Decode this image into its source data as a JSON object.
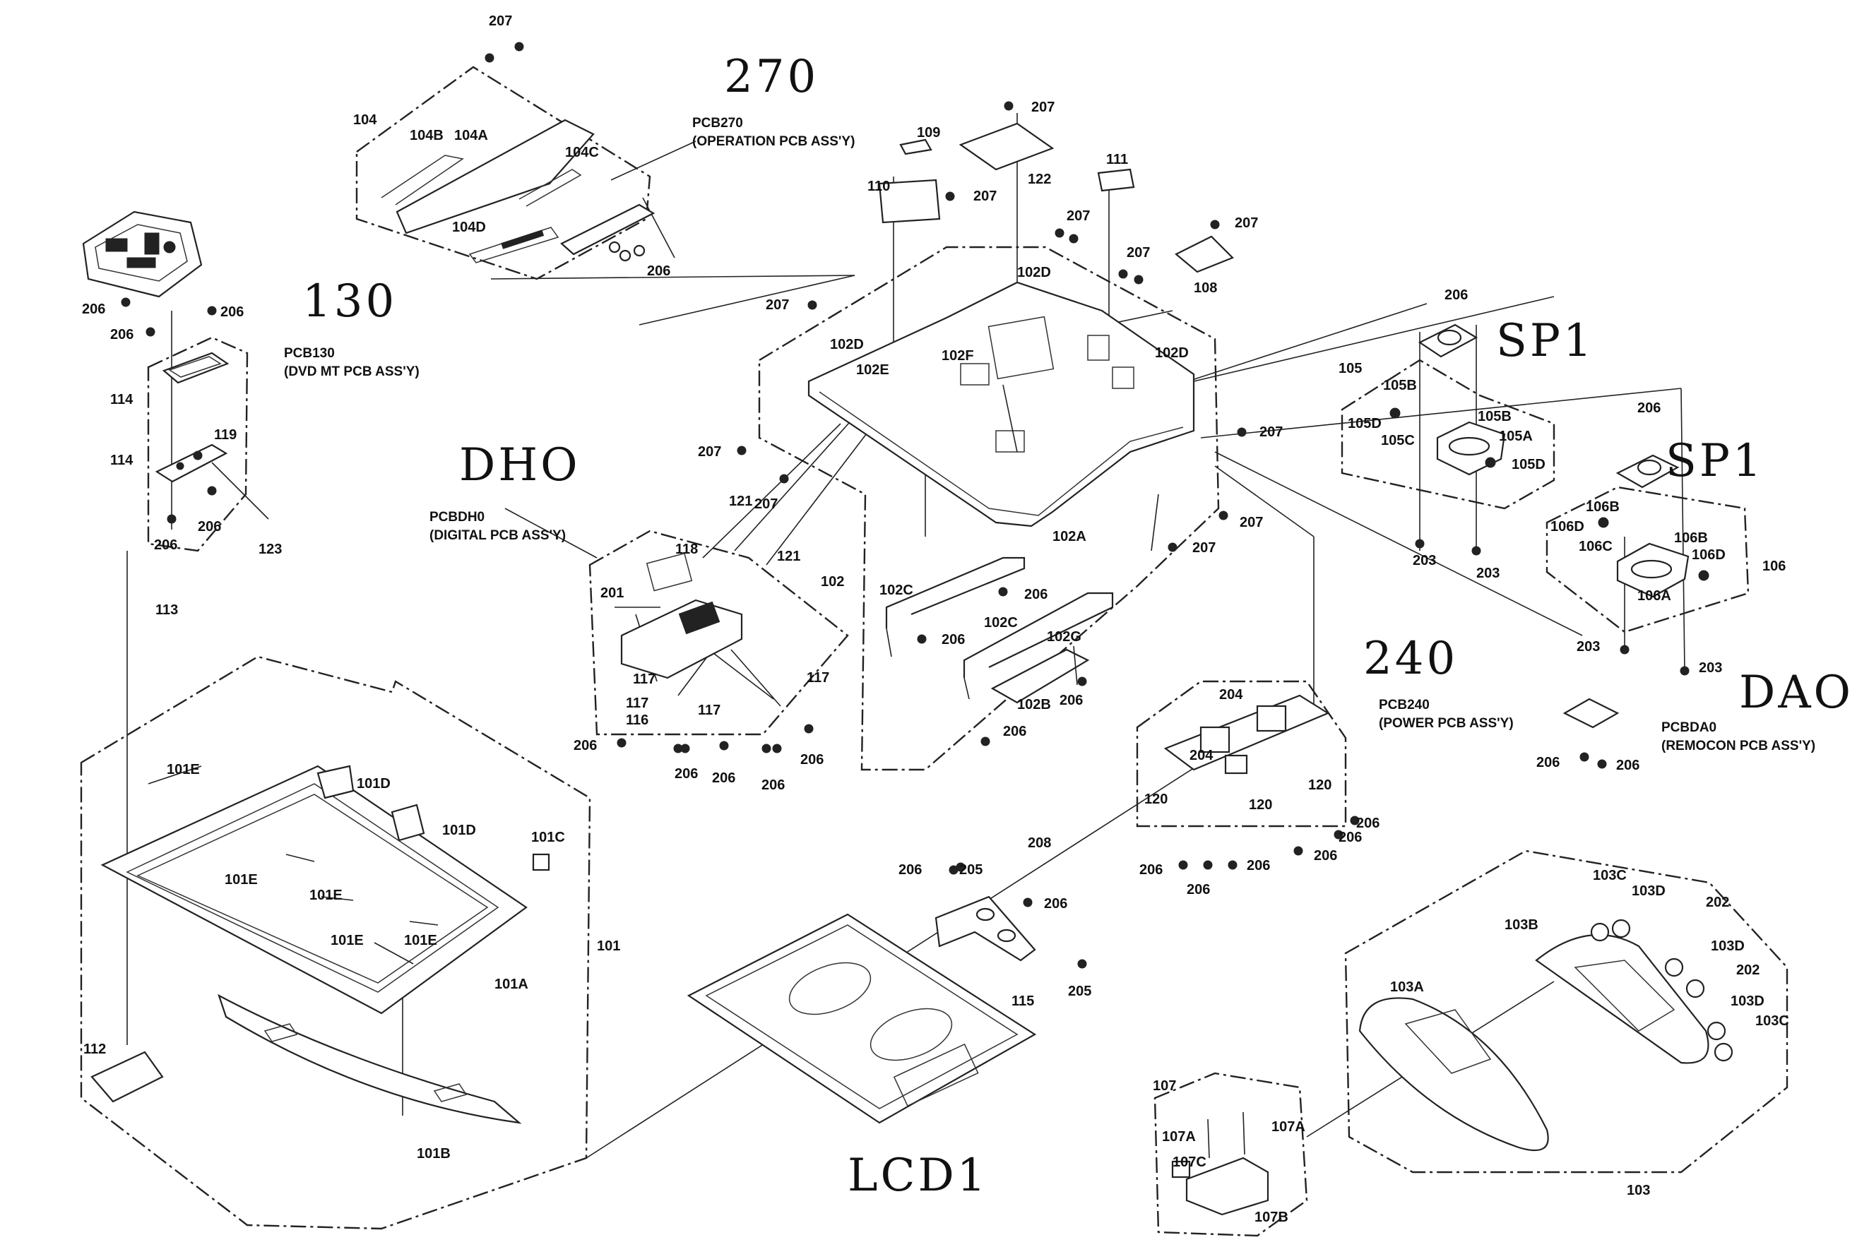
{
  "handwritten": {
    "h270": "270",
    "h130": "130",
    "dh0": "DHO",
    "sp1a": "SP1",
    "sp1b": "SP1",
    "h240": "240",
    "dao": "DAO",
    "lcd1": "LCD1"
  },
  "pcb": {
    "pcb270_name": "PCB270",
    "pcb270_desc": "(OPERATION PCB ASS'Y)",
    "pcb130_name": "PCB130",
    "pcb130_desc": "(DVD MT PCB ASS'Y)",
    "pcbdh0_name": "PCBDH0",
    "pcbdh0_desc": "(DIGITAL PCB ASS'Y)",
    "pcb240_name": "PCB240",
    "pcb240_desc": "(POWER PCB ASS'Y)",
    "pcbda0_name": "PCBDA0",
    "pcbda0_desc": "(REMOCON PCB ASS'Y)"
  },
  "callouts": {
    "c207a": "207",
    "c104": "104",
    "c104a": "104A",
    "c104b": "104B",
    "c104c": "104C",
    "c104d": "104D",
    "c206a": "206",
    "c206b": "206",
    "c206c": "206",
    "c114a": "114",
    "c114b": "114",
    "c119": "119",
    "c206d": "206",
    "c206e": "206",
    "c123": "123",
    "c113": "113",
    "c109": "109",
    "c110": "110",
    "c207b": "207",
    "c122": "122",
    "c207c": "207",
    "c111": "111",
    "c207d": "207",
    "c207e": "207",
    "c207f": "207",
    "c108": "108",
    "c102d1": "102D",
    "c102d2": "102D",
    "c102d3": "102D",
    "c102e": "102E",
    "c102f": "102F",
    "c207g": "207",
    "c207h": "207",
    "c207i": "207",
    "c121a": "121",
    "c121b": "121",
    "c102a": "102A",
    "c207j": "207",
    "c207k": "207",
    "c206f": "206",
    "c105": "105",
    "c105b1": "105B",
    "c105b2": "105B",
    "c105a": "105A",
    "c105d1": "105D",
    "c105c": "105C",
    "c105d2": "105D",
    "c203a": "203",
    "c203b": "203",
    "c206g": "206",
    "c106b1": "106B",
    "c106d1": "106D",
    "c106b2": "106B",
    "c106c": "106C",
    "c106d2": "106D",
    "c106a": "106A",
    "c106": "106",
    "c203c": "203",
    "c203d": "203",
    "c118": "118",
    "c201": "201",
    "c117a": "117",
    "c117b": "117",
    "c117c": "117",
    "c116": "116",
    "c117d": "117",
    "c206h": "206",
    "c206i": "206",
    "c206j": "206",
    "c206k": "206",
    "c206l": "206",
    "c102": "102",
    "c102c1": "102C",
    "c206m": "206",
    "c206n": "206",
    "c102c2": "102C",
    "c102g": "102G",
    "c102b": "102B",
    "c206o": "206",
    "c206p": "206",
    "c204a": "204",
    "c204b": "204",
    "c120a": "120",
    "c120b": "120",
    "c120c": "120",
    "c206q": "206",
    "c206r": "206",
    "c206s": "206",
    "c206t": "206",
    "c206u": "206",
    "c206v": "206",
    "c206w": "206",
    "c206x": "206",
    "c101e1": "101E",
    "c101d1": "101D",
    "c101d2": "101D",
    "c101c": "101C",
    "c101e2": "101E",
    "c101e3": "101E",
    "c101e4": "101E",
    "c101e5": "101E",
    "c101": "101",
    "c101a": "101A",
    "c112": "112",
    "c101b": "101B",
    "c206y": "206",
    "c205a": "205",
    "c208": "208",
    "c206z": "206",
    "c205b": "205",
    "c115": "115",
    "c103c1": "103C",
    "c103d1": "103D",
    "c202a": "202",
    "c103b": "103B",
    "c103d2": "103D",
    "c202b": "202",
    "c103a": "103A",
    "c103d3": "103D",
    "c103c2": "103C",
    "c103": "103",
    "c107": "107",
    "c107a1": "107A",
    "c107a2": "107A",
    "c107c": "107C",
    "c107b": "107B"
  }
}
